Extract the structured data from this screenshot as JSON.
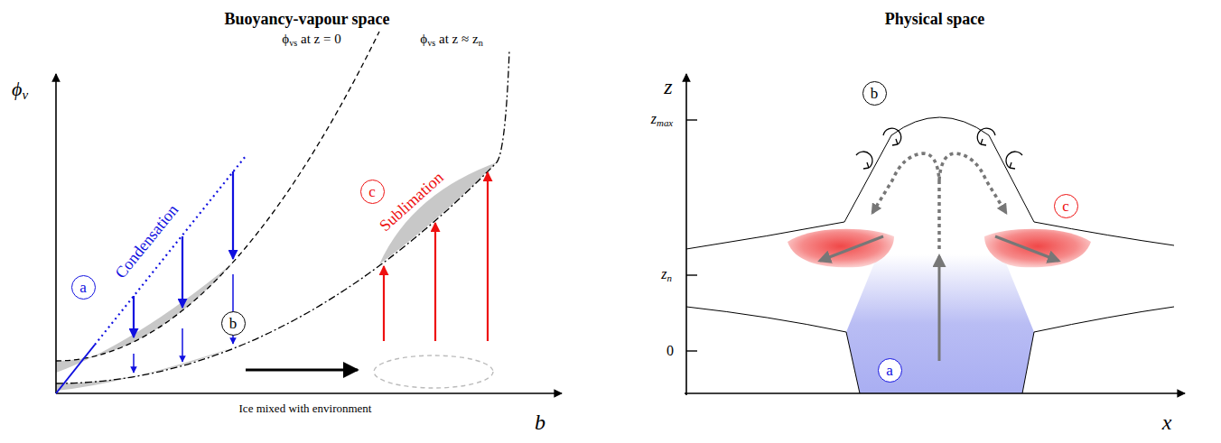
{
  "diagram": {
    "nodes": [
      {
        "text": [
          "a"
        ]
      },
      {
        "text": [
          "b"
        ]
      },
      {
        "text": [
          "c"
        ]
      },
      {
        "text": [
          "b"
        ]
      },
      {
        "text": [
          "c"
        ]
      },
      {
        "text": [
          "a"
        ]
      }
    ],
    "labels": [
      "Buoyancy-vapour space",
      "Physical space",
      "ϕv",
      "b",
      "ϕvs at z = 0",
      "ϕvs at z ≈ zn",
      "Condensation",
      "Sublimation",
      "Ice mixed with environment",
      "z",
      "x",
      "zmax",
      "zn",
      "0"
    ]
  }
}
